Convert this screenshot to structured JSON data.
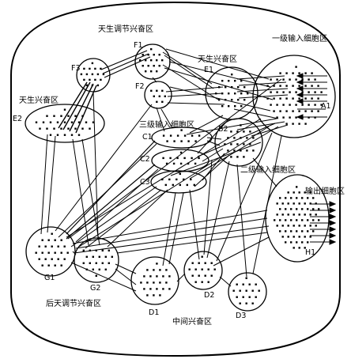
{
  "zones": {
    "innate_regulating": "天生调节兴奋区",
    "innate_excitatory_top": "天生兴奋区",
    "innate_excitatory_left": "天生兴奋区",
    "primary_input": "一级输入细胞区",
    "tertiary_input": "三级输入细胞区",
    "secondary_input": "二级输入细胞区",
    "output": "输出细胞区",
    "acquired_regulating": "后天调节兴奋区",
    "intermediate": "中间兴奋区"
  },
  "nodes": {
    "F1": "F1",
    "F2": "F2",
    "F3": "F3",
    "E1": "E1",
    "E2": "E2",
    "A1": "A1",
    "B2": "B2",
    "C1": "C1",
    "C2": "C2",
    "C3": "C3",
    "G1": "G1",
    "G2": "G2",
    "D1": "D1",
    "D2": "D2",
    "D3": "D3",
    "H1": "H1"
  }
}
